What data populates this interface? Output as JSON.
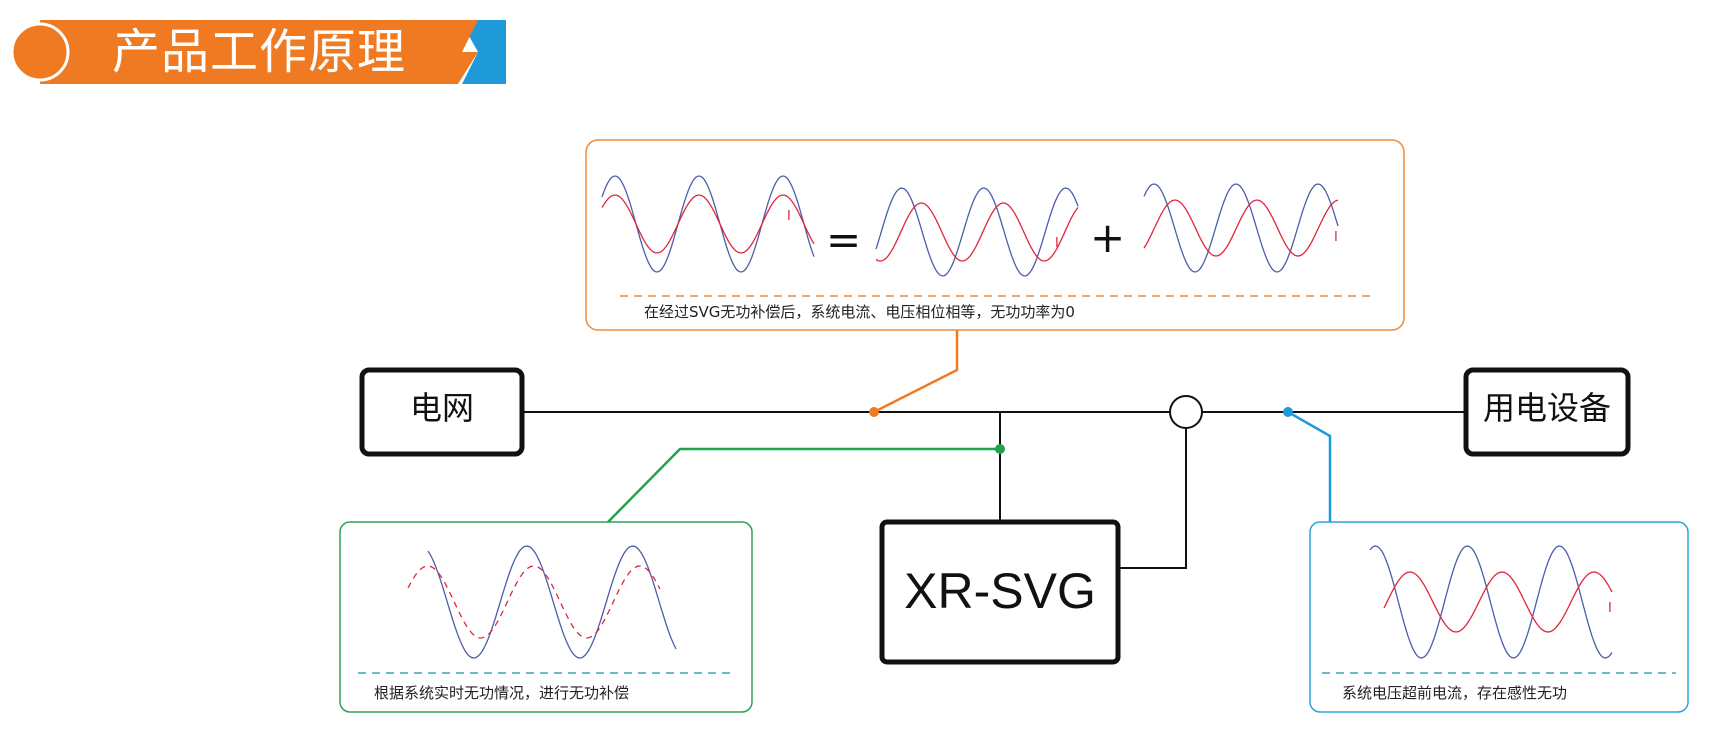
{
  "header": {
    "title": "产品工作原理",
    "colors": {
      "primary": "#ef7a22",
      "secondary": "#1e9ad8"
    }
  },
  "diagram": {
    "nodes": {
      "grid": "电网",
      "load": "用电设备",
      "device": "XR-SVG"
    },
    "callouts": {
      "top": {
        "caption": "在经过SVG无功补偿后，系统电流、电压相位相等，无功功率为0",
        "equals_sign": "=",
        "plus_sign": "+",
        "current_marker": "I",
        "color": "#ef8a3a"
      },
      "left": {
        "caption": "根据系统实时无功情况，进行无功补偿",
        "color": "#2da05a"
      },
      "right": {
        "caption": "系统电压超前电流，存在感性无功",
        "current_marker": "I",
        "color": "#2aa6d8"
      }
    },
    "wave_colors": {
      "voltage": "#4a5fa8",
      "current": "#e0263c"
    }
  }
}
